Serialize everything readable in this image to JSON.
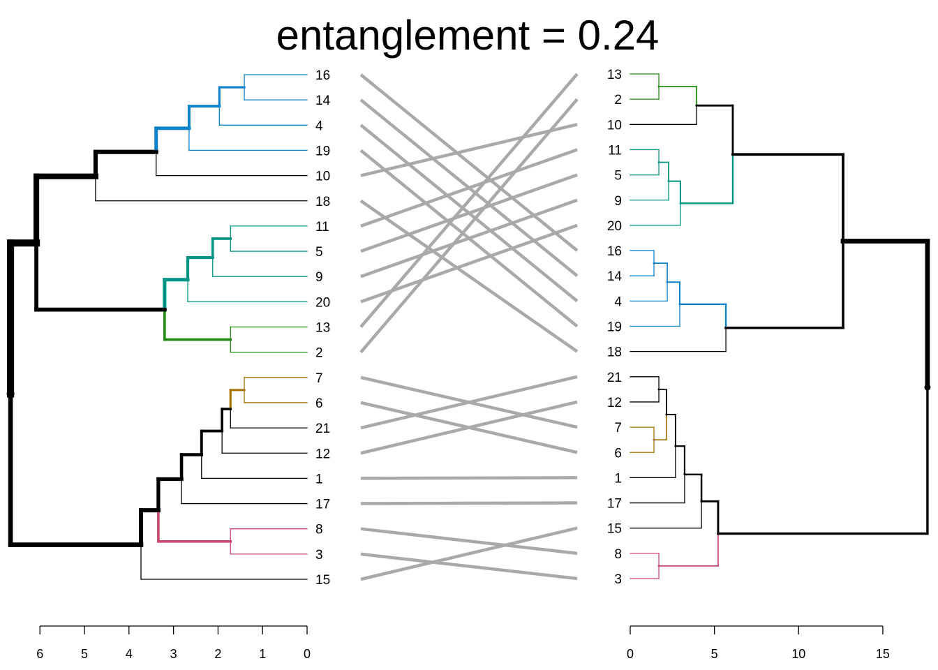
{
  "chart_data": {
    "type": "tanglegram",
    "title": "entanglement = 0.24",
    "colors": {
      "black": "#000000",
      "blue": "#0A82CC",
      "teal": "#009482",
      "green": "#1E8A12",
      "brown": "#A47100",
      "pink": "#CC476B",
      "connector": "#A9A9A9"
    },
    "left_axis": {
      "ticks": [
        6,
        5,
        4,
        3,
        2,
        1,
        0
      ],
      "range": [
        0,
        6
      ]
    },
    "right_axis": {
      "ticks": [
        0,
        5,
        10,
        15
      ],
      "range": [
        0,
        15
      ]
    },
    "left_tree": {
      "h": 6.66,
      "ch": [
        {
          "h": 6.08,
          "ch": [
            {
              "h": 4.75,
              "ch": [
                {
                  "h": 3.39,
                  "ch": [
                    {
                      "h": 2.65,
                      "c": "blue",
                      "ch": [
                        {
                          "h": 1.97,
                          "c": "blue",
                          "ch": [
                            {
                              "h": 1.41,
                              "c": "blue",
                              "ch": [
                                "16",
                                "14"
                              ]
                            },
                            "4"
                          ]
                        },
                        "19"
                      ]
                    },
                    "10"
                  ]
                },
                "18"
              ]
            },
            {
              "h": 3.2,
              "ch": [
                {
                  "h": 2.68,
                  "c": "teal",
                  "ch": [
                    {
                      "h": 2.12,
                      "c": "teal",
                      "ch": [
                        {
                          "h": 1.72,
                          "c": "teal",
                          "ch": [
                            "11",
                            "5"
                          ]
                        },
                        "9"
                      ]
                    },
                    "20"
                  ]
                },
                {
                  "h": 1.72,
                  "c": "green",
                  "ch": [
                    "13",
                    "2"
                  ]
                }
              ]
            }
          ]
        },
        {
          "h": 3.73,
          "ch": [
            {
              "h": 3.34,
              "ch": [
                {
                  "h": 2.82,
                  "ch": [
                    {
                      "h": 2.37,
                      "ch": [
                        {
                          "h": 1.91,
                          "ch": [
                            {
                              "h": 1.72,
                              "ch": [
                                {
                                  "h": 1.41,
                                  "c": "brown",
                                  "ch": [
                                    "7",
                                    "6"
                                  ]
                                },
                                "21"
                              ]
                            },
                            "12"
                          ]
                        },
                        "1"
                      ]
                    },
                    "17"
                  ]
                },
                {
                  "h": 1.72,
                  "c": "pink",
                  "ch": [
                    "8",
                    "3"
                  ]
                }
              ]
            },
            "15"
          ]
        }
      ]
    },
    "right_tree": {
      "h": 17.65,
      "ch": [
        {
          "h": 12.64,
          "ch": [
            {
              "h": 6.09,
              "ch": [
                {
                  "h": 3.94,
                  "ch": [
                    {
                      "h": 1.7,
                      "c": "green",
                      "ch": [
                        "13",
                        "2"
                      ]
                    },
                    "10"
                  ]
                },
                {
                  "h": 2.98,
                  "c": "teal",
                  "ch": [
                    {
                      "h": 2.28,
                      "c": "teal",
                      "ch": [
                        {
                          "h": 1.7,
                          "c": "teal",
                          "ch": [
                            "11",
                            "5"
                          ]
                        },
                        "9"
                      ]
                    },
                    "20"
                  ]
                }
              ]
            },
            {
              "h": 5.68,
              "ch": [
                {
                  "h": 2.94,
                  "c": "blue",
                  "ch": [
                    {
                      "h": 2.2,
                      "c": "blue",
                      "ch": [
                        {
                          "h": 1.41,
                          "c": "blue",
                          "ch": [
                            "16",
                            "14"
                          ]
                        },
                        "4"
                      ]
                    },
                    "19"
                  ]
                },
                "18"
              ]
            }
          ]
        },
        {
          "h": 5.22,
          "ch": [
            {
              "h": 4.23,
              "ch": [
                {
                  "h": 3.23,
                  "ch": [
                    {
                      "h": 2.69,
                      "ch": [
                        {
                          "h": 2.15,
                          "ch": [
                            {
                              "h": 1.7,
                              "ch": [
                                "21",
                                "12"
                              ]
                            },
                            {
                              "h": 1.41,
                              "c": "brown",
                              "ch": [
                                "7",
                                "6"
                              ]
                            }
                          ]
                        },
                        "1"
                      ]
                    },
                    "17"
                  ]
                },
                "15"
              ]
            },
            {
              "h": 1.7,
              "c": "pink",
              "ch": [
                "8",
                "3"
              ]
            }
          ]
        }
      ]
    }
  }
}
